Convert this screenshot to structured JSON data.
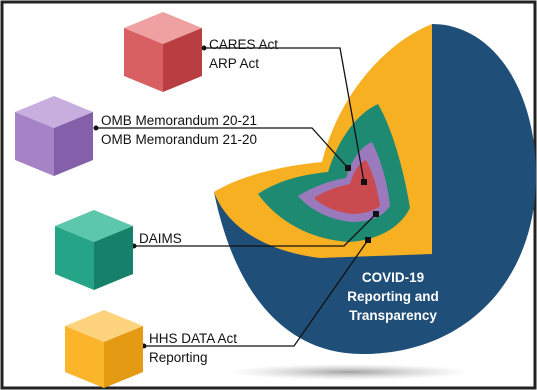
{
  "labels": {
    "cares": [
      "CARES Act",
      "ARP Act"
    ],
    "omb": [
      "OMB Memorandum 20-21",
      "OMB Memorandum 21-20"
    ],
    "daims": [
      "DAIMS"
    ],
    "hhs": [
      "HHS DATA Act",
      "Reporting"
    ]
  },
  "core": [
    "COVID-19",
    "Reporting and",
    "Transparency"
  ],
  "colors": {
    "frame": "#222222",
    "sphere": "#1F4E79",
    "orange_layer": "#F7B022",
    "teal_layer": "#1E8A72",
    "purple_layer": "#9A79BD",
    "red_core": "#C94A4F",
    "cube_red": "#D85F62",
    "cube_purple": "#A583C6",
    "cube_teal": "#25A487",
    "cube_orange": "#FBB52A"
  },
  "icons": [
    "red-cube-icon",
    "purple-cube-icon",
    "teal-cube-icon",
    "orange-cube-icon"
  ]
}
